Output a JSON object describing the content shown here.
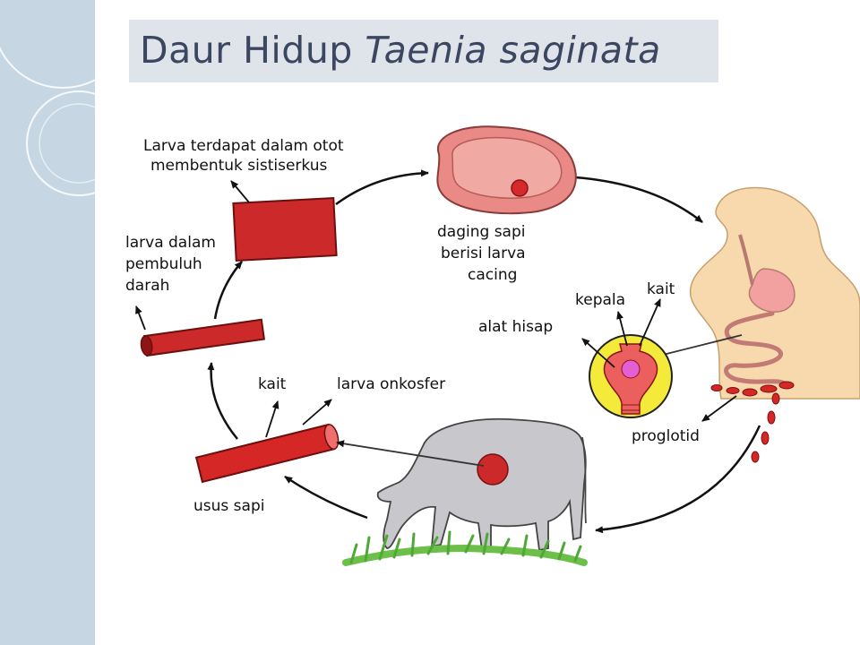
{
  "slide": {
    "title_prefix": "Daur Hidup",
    "title_species": "Taenia saginata",
    "colors": {
      "sidebar": "#c6d6e2",
      "title_bar": "#dfe3ea",
      "title_text": "#3b4660",
      "tissue_red": "#cc2a2a",
      "meat_pink": "#e98a86",
      "body_skin": "#f7d9ad",
      "scolex_yellow": "#f3ea3a",
      "cow_gray": "#c8c8cc",
      "grass_green": "#6cc04a"
    }
  },
  "diagram": {
    "labels": {
      "meat_line1": "daging sapi",
      "meat_line2": "berisi larva",
      "meat_line3": "cacing",
      "muscle_line1": "Larva terdapat dalam otot",
      "muscle_line2": "membentuk sistiserkus",
      "blood_line1": "larva dalam",
      "blood_line2": "pembuluh",
      "blood_line3": "darah",
      "hook_left": "kait",
      "oncosphere": "larva onkosfer",
      "cow_intestine": "usus sapi",
      "head": "kepala",
      "hook_right": "kait",
      "sucker": "alat hisap",
      "proglottid": "proglotid"
    },
    "icons": [
      "meat-icon",
      "muscle-block-icon",
      "blood-vessel-icon",
      "cow-intestine-icon",
      "human-body-icon",
      "scolex-icon",
      "cow-icon",
      "grass-icon",
      "proglottid-segment-icon"
    ]
  }
}
